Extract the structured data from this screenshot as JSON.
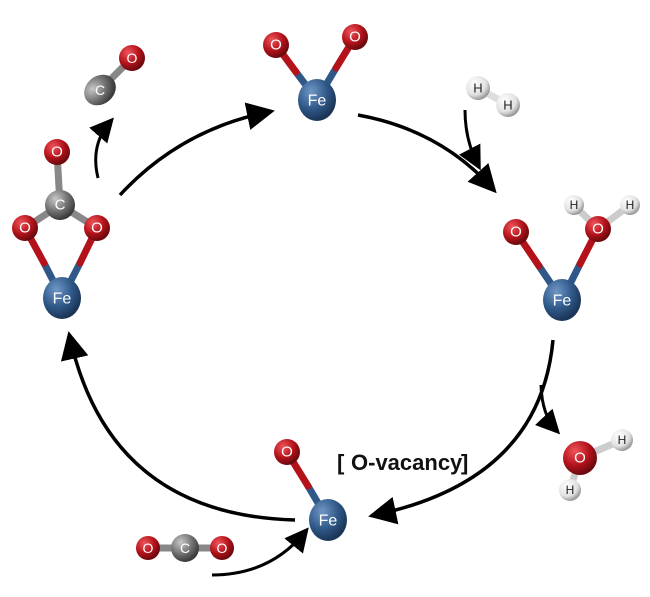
{
  "atoms": {
    "fe": "Fe",
    "o": "O",
    "c": "C",
    "h": "H"
  },
  "label": {
    "vacancy": "O-vacancy",
    "bracket_open": "[",
    "bracket_close": "]"
  },
  "colors": {
    "fe": "#2f5888",
    "o": "#b3121a",
    "c": "#6e6e6e",
    "h": "#e8e8e8",
    "arrow": "#000000"
  }
}
